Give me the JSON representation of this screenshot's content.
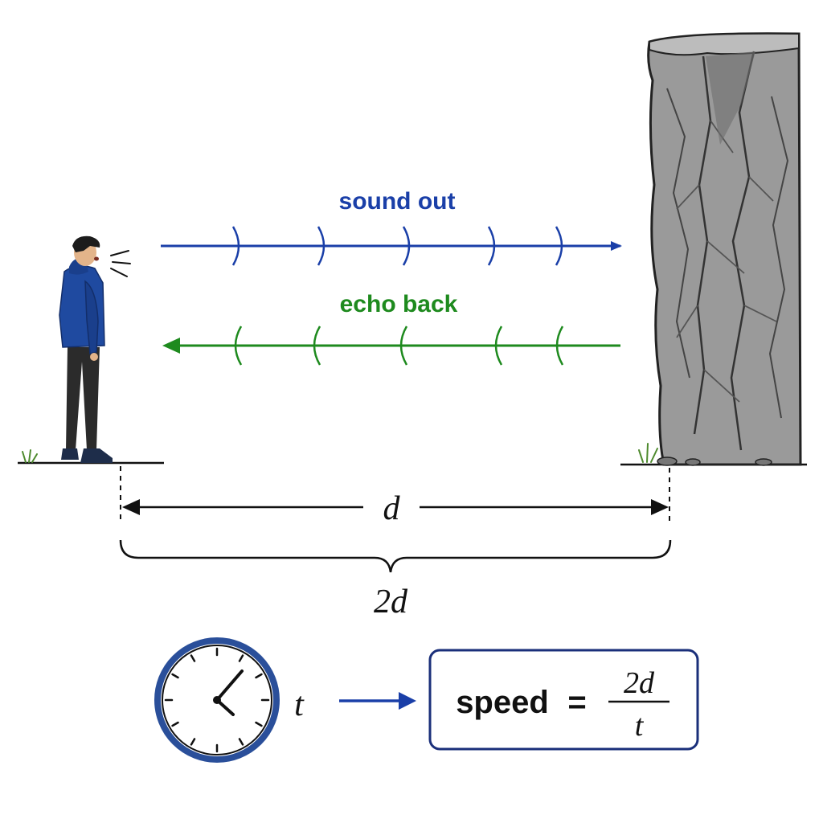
{
  "labels": {
    "sound_out": "sound out",
    "echo_back": "echo back",
    "distance": "d",
    "round_trip": "2d",
    "time": "t"
  },
  "formula": {
    "lhs": "speed",
    "equals": "=",
    "numerator": "2d",
    "denominator": "t"
  },
  "colors": {
    "sound_out": "#1a3fa8",
    "echo_back": "#1e8a1e",
    "ink": "#111111",
    "clock_rim": "#2a4f9a",
    "formula_border": "#1a2f7a",
    "hoodie": "#1f4aa0",
    "pants": "#2b2b2b",
    "rock": "#8f8f8f",
    "grass": "#4e8a2e"
  },
  "icons": [
    "person-icon",
    "cliff-icon",
    "clock-icon"
  ],
  "wavefronts": {
    "outgoing": 5,
    "returning": 5
  }
}
